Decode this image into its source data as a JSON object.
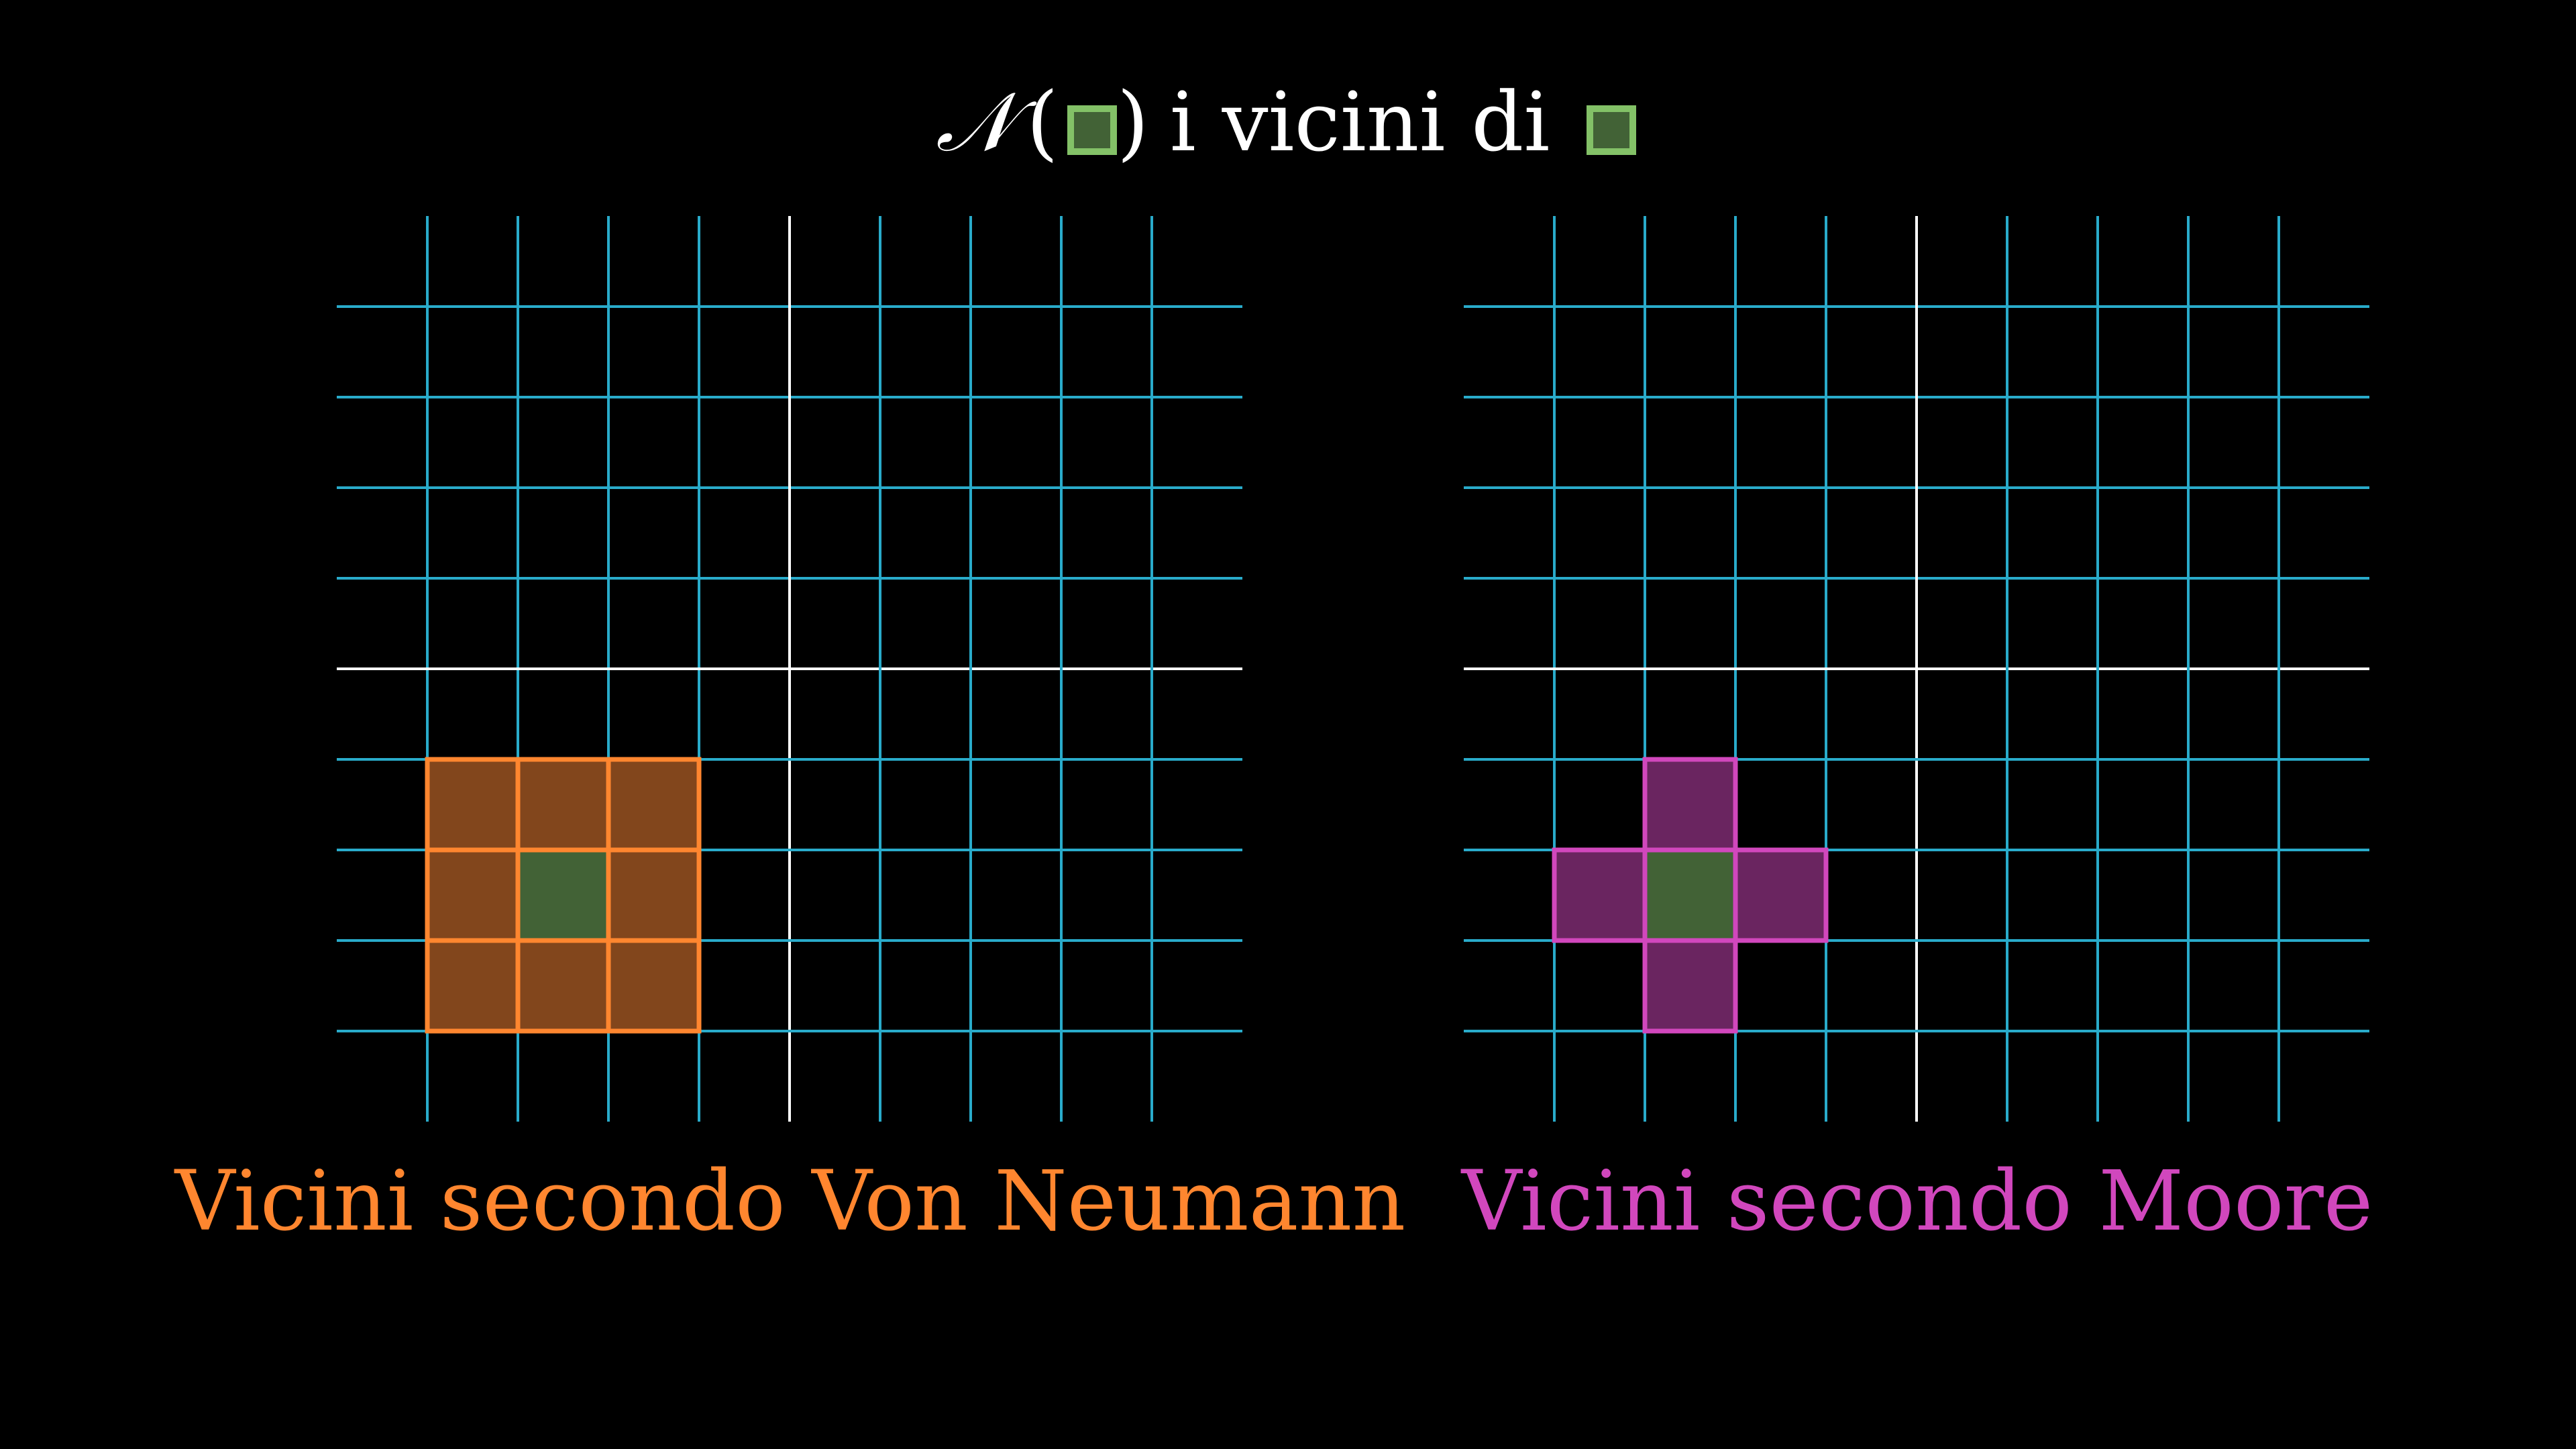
{
  "title": {
    "set_symbol": "𝒩",
    "open_paren": "(",
    "close_paren": ")",
    "text": " i vicini di "
  },
  "colors": {
    "background": "#000000",
    "grid_line": "#29ABCA",
    "axis_line": "#FFFFFF",
    "center_fill": "#426236",
    "center_stroke": "#83C167",
    "von_neumann_fill": "#82461C",
    "von_neumann_stroke": "#FF862F",
    "moore_fill": "#6A2560",
    "moore_stroke": "#D147BD",
    "title_text": "#FFFFFF"
  },
  "grids": [
    {
      "id": "left-grid",
      "caption": "Vicini secondo Von Neumann",
      "caption_color": "#FF862F",
      "fill": "#82461C",
      "stroke": "#FF862F",
      "center_cell": {
        "col": 1,
        "row": 1
      },
      "neighbor_cells": [
        {
          "col": 0,
          "row": 0
        },
        {
          "col": 1,
          "row": 0
        },
        {
          "col": 2,
          "row": 0
        },
        {
          "col": 0,
          "row": 1
        },
        {
          "col": 2,
          "row": 1
        },
        {
          "col": 0,
          "row": 2
        },
        {
          "col": 1,
          "row": 2
        },
        {
          "col": 2,
          "row": 2
        }
      ]
    },
    {
      "id": "right-grid",
      "caption": "Vicini secondo Moore",
      "caption_color": "#D147BD",
      "fill": "#6A2560",
      "stroke": "#D147BD",
      "center_cell": {
        "col": 1,
        "row": 1
      },
      "neighbor_cells": [
        {
          "col": 1,
          "row": 0
        },
        {
          "col": 0,
          "row": 1
        },
        {
          "col": 2,
          "row": 1
        },
        {
          "col": 1,
          "row": 2
        }
      ]
    }
  ]
}
